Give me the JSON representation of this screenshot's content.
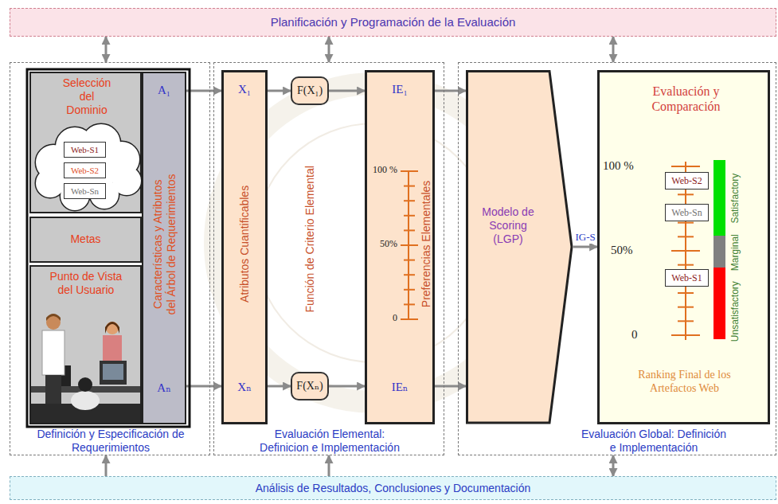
{
  "diagram": {
    "nodes": [
      {
        "text": [
          "Planificación y Programación de la Evaluación"
        ]
      },
      {
        "text": [
          "Definición y Especificación de Requerimientos"
        ]
      },
      {
        "text": [
          "Selección del Dominio"
        ],
        "in": 1
      },
      {
        "text": [
          "Web-S1"
        ],
        "in": 2
      },
      {
        "text": [
          "Web-S2"
        ],
        "in": 2
      },
      {
        "text": [
          "Web-Sn"
        ],
        "in": 2
      },
      {
        "text": [
          "Metas"
        ],
        "in": 1
      },
      {
        "text": [
          "Punto de Vista del Usuario"
        ],
        "in": 1
      },
      {
        "text": [
          "A₁",
          "Características y Atributos del Árbol de Requerimientos",
          "Aₙ"
        ],
        "in": 1
      },
      {
        "text": [
          "Evaluación Elemental: Definicion e Implementación"
        ]
      },
      {
        "text": [
          "X₁",
          "Atributos Cuantificables",
          "Xₙ"
        ],
        "in": 9
      },
      {
        "text": [
          "F(X₁)"
        ],
        "in": 9
      },
      {
        "text": [
          "F(Xₙ)"
        ],
        "in": 9
      },
      {
        "text": [
          "IE₁",
          "100 %",
          "50%",
          "0",
          "Preferencias Elementales",
          "IEₙ"
        ],
        "in": 9
      },
      {
        "text": [
          "Evaluación Global: Definición e Implementación"
        ]
      },
      {
        "text": [
          "Modelo de Scoring (LGP)"
        ],
        "in": 14
      },
      {
        "text": [
          "Evaluación y Comparación",
          "100 %",
          "50%",
          "0",
          "Ranking Final de los Artefactos Web"
        ],
        "in": 14
      },
      {
        "text": [
          "Web-S2"
        ],
        "in": 16
      },
      {
        "text": [
          "Web-Sn"
        ],
        "in": 16
      },
      {
        "text": [
          "Web-S1"
        ],
        "in": 16
      },
      {
        "text": [
          "Análisis de Resultados, Conclusiones y Documentación"
        ]
      }
    ],
    "edges": [
      {
        "from": 8,
        "to": 10,
        "arrow": "to"
      },
      {
        "from": 8,
        "to": 10,
        "arrow": "to"
      },
      {
        "from": 10,
        "to": 11,
        "arrow": "to"
      },
      {
        "from": 11,
        "to": 13,
        "arrow": "to"
      },
      {
        "from": 10,
        "to": 12,
        "arrow": "to"
      },
      {
        "from": 12,
        "to": 13,
        "arrow": "to"
      },
      {
        "from": 13,
        "to": 15,
        "arrow": "to"
      },
      {
        "from": 13,
        "to": 15,
        "arrow": "to"
      },
      {
        "from": 15,
        "to": 16,
        "label": "IG-S",
        "arrow": "to"
      },
      {
        "from": 0,
        "to": 1,
        "arrow": "both"
      },
      {
        "from": 0,
        "to": 9,
        "arrow": "both"
      },
      {
        "from": 0,
        "to": 14,
        "arrow": "both"
      },
      {
        "from": 20,
        "to": 1,
        "arrow": "to"
      },
      {
        "from": 20,
        "to": 9,
        "arrow": "to"
      },
      {
        "from": 20,
        "to": 14,
        "arrow": "both"
      }
    ],
    "labels": [
      "Función de Criterio Elemental"
    ],
    "legend": [
      {
        "text": "Satisfactory",
        "color": "#00e000"
      },
      {
        "text": "Marginal",
        "color": "#808080"
      },
      {
        "text": "Unsatisfactory",
        "color": "#ff0000"
      }
    ]
  }
}
